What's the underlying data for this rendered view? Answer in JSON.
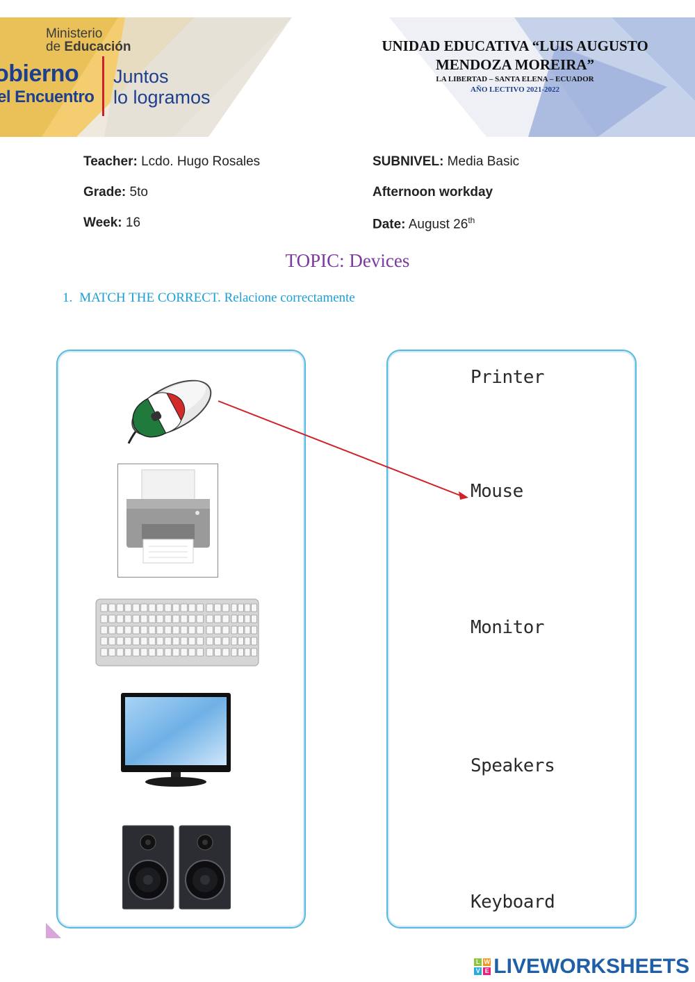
{
  "header": {
    "ministerio_line1": "Ministerio",
    "ministerio_line2_prefix": "de ",
    "ministerio_line2_bold": "Educación",
    "gobierno": "obierno",
    "encuentro": "el Encuentro",
    "juntos_line1": "Juntos",
    "juntos_line2": "lo logramos",
    "school_name_line1": "UNIDAD EDUCATIVA “LUIS AUGUSTO",
    "school_name_line2": "MENDOZA MOREIRA”",
    "location": "LA LIBERTAD – SANTA ELENA – ECUADOR",
    "school_year": "AÑO LECTIVO 2021-2022"
  },
  "info": {
    "teacher_label": "Teacher:",
    "teacher_value": " Lcdo. Hugo Rosales",
    "subnivel_label": "SUBNIVEL:",
    "subnivel_value": " Media Basic",
    "grade_label": "Grade:",
    "grade_value": " 5to",
    "workday": "Afternoon workday",
    "week_label": "Week:",
    "week_value": " 16",
    "date_label": "Date:",
    "date_value": " August 26",
    "date_suffix": "th"
  },
  "topic": "TOPIC: Devices",
  "instruction": {
    "number": "1.",
    "text": "MATCH THE CORRECT. Relacione correctamente"
  },
  "devices": [
    "mouse-image",
    "printer-image",
    "keyboard-image",
    "monitor-image",
    "speakers-image"
  ],
  "words": [
    "Printer",
    "Mouse",
    "Monitor",
    "Speakers",
    "Keyboard"
  ],
  "match": {
    "from": "mouse-image",
    "to": "Mouse",
    "line_color": "#d0202a"
  },
  "colors": {
    "box_border": "#58b9de",
    "topic": "#7b3aa0",
    "instruction": "#1aa0d8",
    "brand": "#1e5fa8"
  },
  "brand": {
    "logo_letters": [
      "L",
      "W",
      "V",
      "E"
    ],
    "name": "LIVEWORKSHEETS"
  }
}
